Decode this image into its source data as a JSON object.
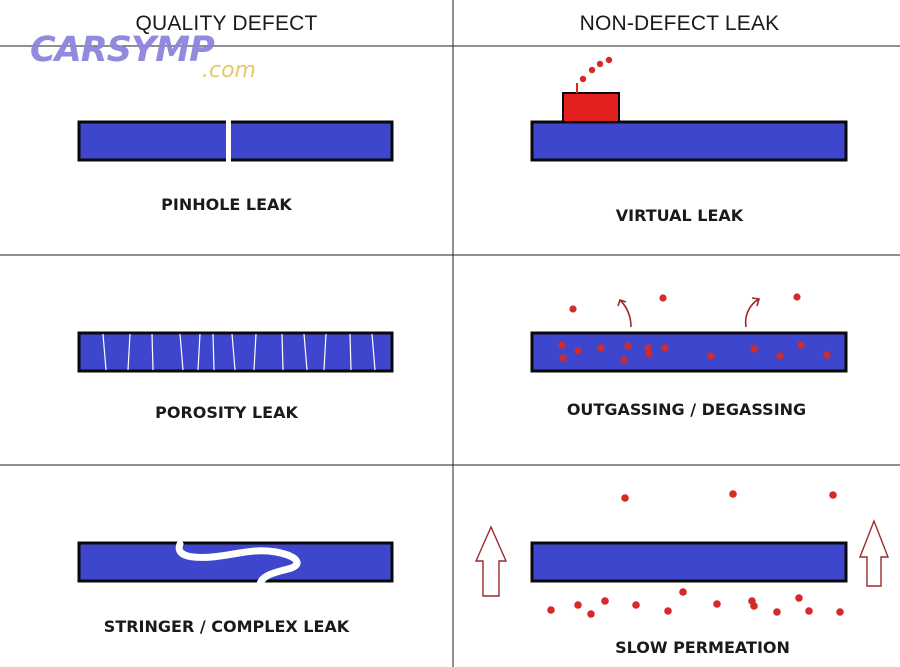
{
  "columns": {
    "left_title": "QUALITY DEFECT",
    "right_title": "NON-DEFECT LEAK"
  },
  "logo": {
    "main": "CARSYMP",
    "sub": ".com"
  },
  "cells": {
    "pinhole": {
      "label": "PINHOLE LEAK"
    },
    "virtual": {
      "label": "VIRTUAL LEAK"
    },
    "porosity": {
      "label": "POROSITY LEAK"
    },
    "outgassing": {
      "label": "OUTGASSING / DEGASSING"
    },
    "stringer": {
      "label": "STRINGER / COMPLEX LEAK"
    },
    "permeation": {
      "label": "SLOW PERMEATION"
    }
  },
  "colors": {
    "material_fill": "#3d46cc",
    "material_stroke": "#0a0a0a",
    "grid_line": "#222222",
    "gas_dot": "#d42a2a",
    "block_red": "#e32020",
    "arrow_outline": "#9b2a2a",
    "defect_white": "#ffffff"
  }
}
